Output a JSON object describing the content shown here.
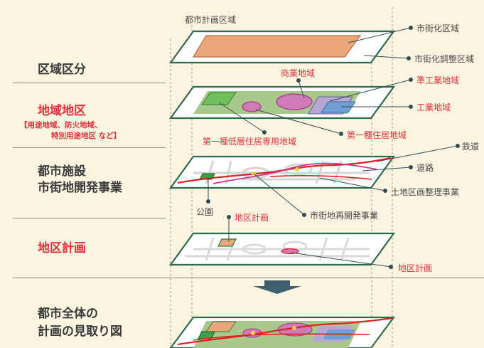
{
  "left_labels": {
    "zone_division": "区域区分",
    "district_zones": "地域地区",
    "district_zones_note_1": "【用途地域、防火地域、",
    "district_zones_note_2": "特別用途地区 など】",
    "urban_facilities_1": "都市施設",
    "urban_facilities_2": "市街地開発事業",
    "district_plan": "地区計画",
    "overview_1": "都市全体の",
    "overview_2": "計画の見取り図"
  },
  "annotations": {
    "planning_area": "都市計画区域",
    "urbanization_area": "市街化区域",
    "urbanization_control_area": "市街化調整区域",
    "commercial_area": "商業地域",
    "semi_industrial_area": "準工業地域",
    "industrial_area": "工業地域",
    "cat1_low_residential": "第一種低層住居専用地域",
    "cat1_residential": "第一種住居地域",
    "railway": "鉄道",
    "road": "道路",
    "land_readjustment": "土地区画整理事業",
    "park": "公園",
    "district_plan_upper": "地区計画",
    "urban_redevelopment": "市街地再開発事業",
    "district_plan_lower": "地区計画"
  },
  "colors": {
    "background": "#fbf4e1",
    "plate_border": "#2f6a4c",
    "urbanization": "#eba57a",
    "green_area": "#a9c98c",
    "commercial": "#d27ab6",
    "semi_industrial": "#b8a6d4",
    "industrial": "#6f9fd3",
    "park": "#3aa24a",
    "railway": "#d8231e",
    "accent_red": "#e0303a",
    "arrow": "#3f5e6e"
  }
}
